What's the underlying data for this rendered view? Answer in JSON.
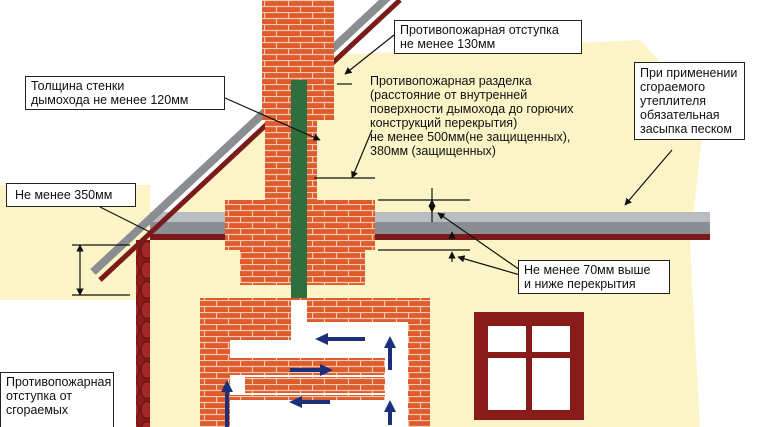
{
  "colors": {
    "wall": "#fbf4c6",
    "brick": "#e05b2b",
    "brick_mortar": "#f3c9b3",
    "roof": "#8a8d91",
    "roof_edge": "#7a1a1a",
    "flue": "#2e6f3e",
    "window_frame": "#8b1a1a",
    "arrow": "#1b2f7a"
  },
  "labels": {
    "fire_gap_130": [
      "Противопожарная отступка",
      "не менее 130мм"
    ],
    "wall_thickness": [
      "Толщина стенки",
      "дымохода не менее 120мм"
    ],
    "fire_cut": [
      "Противопожарная разделка",
      "(расстояние от внутренней",
      "поверхности дымохода до горючих",
      "конструкций перекрытия)",
      "не менее 500мм(не защищенных),",
      "380мм (защищенных)"
    ],
    "insulation": [
      "При применении",
      "сгораемого",
      "утеплителя",
      "обязательная",
      "засыпка песком"
    ],
    "min_350": [
      "Не менее 350мм"
    ],
    "min_70": [
      "Не менее 70мм выше",
      "и ниже перекрытия"
    ],
    "fire_gap_side": [
      "Противопожарная",
      "отступка от",
      "сгораемых"
    ]
  }
}
